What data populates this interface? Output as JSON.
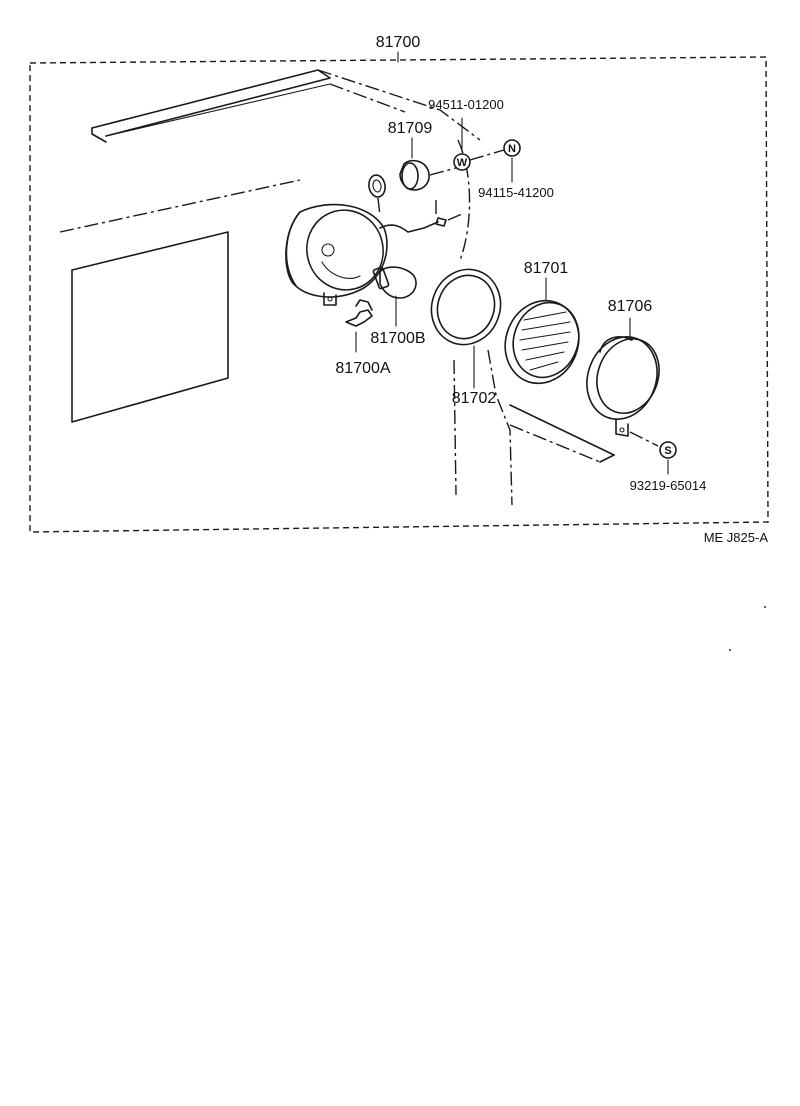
{
  "diagram": {
    "assembly_label": "81700",
    "figure_code": "ME J825-A",
    "parts": {
      "grommet": "81709",
      "screw_w": "94511-01200",
      "nut_n": "94115-41200",
      "socket_clip": "81700A",
      "bulb": "81700B",
      "gasket": "81702",
      "lens": "81701",
      "rim": "81706",
      "screw_s": "93219-65014"
    },
    "symbols": {
      "w": "W",
      "n": "N",
      "s": "S"
    }
  }
}
